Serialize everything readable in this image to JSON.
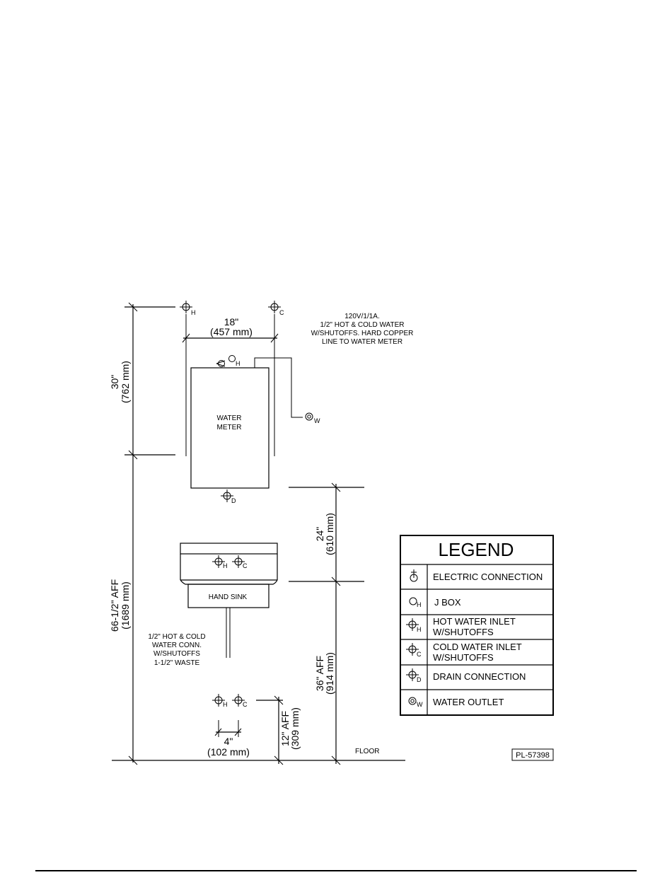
{
  "notes": {
    "electrical_line1": "120V/1/1A.",
    "electrical_line2": "1/2\" HOT & COLD WATER",
    "electrical_line3": "W/SHUTOFFS. HARD COPPER",
    "electrical_line4": "LINE TO WATER METER",
    "sink_line1": "1/2\" HOT & COLD",
    "sink_line2": "WATER CONN.",
    "sink_line3": "W/SHUTOFFS",
    "sink_line4": "1-1/2\" WASTE"
  },
  "components": {
    "meter_line1": "WATER",
    "meter_line2": "METER",
    "hand_sink": "HAND SINK",
    "floor": "FLOOR"
  },
  "dimensions": {
    "width_in": "18\"",
    "width_mm": "(457 mm)",
    "upper_in": "30\"",
    "upper_mm": "(762 mm)",
    "overall_in": "66-1/2\" AFF",
    "overall_mm": "(1689 mm)",
    "gap_in": "24\"",
    "gap_mm": "(610 mm)",
    "sink_in": "36\" AFF",
    "sink_mm": "(914 mm)",
    "lower_in": "12\" AFF",
    "lower_mm": "(309 mm)",
    "spacing_in": "4\"",
    "spacing_mm": "(102 mm)"
  },
  "symbol_letters": {
    "hot": "H",
    "cold": "C",
    "drain": "D",
    "water": "W"
  },
  "legend": {
    "title": "LEGEND",
    "rows": [
      {
        "icon": "electric-connection-icon",
        "label1": "ELECTRIC CONNECTION",
        "label2": ""
      },
      {
        "icon": "j-box-icon",
        "label1": "J BOX",
        "label2": ""
      },
      {
        "icon": "hot-water-inlet-icon",
        "label1": "HOT WATER INLET",
        "label2": "W/SHUTOFFS"
      },
      {
        "icon": "cold-water-inlet-icon",
        "label1": "COLD WATER INLET",
        "label2": "W/SHUTOFFS"
      },
      {
        "icon": "drain-connection-icon",
        "label1": "DRAIN  CONNECTION",
        "label2": ""
      },
      {
        "icon": "water-outlet-icon",
        "label1": "WATER OUTLET",
        "label2": ""
      }
    ]
  },
  "drawing_number": "PL-57398"
}
